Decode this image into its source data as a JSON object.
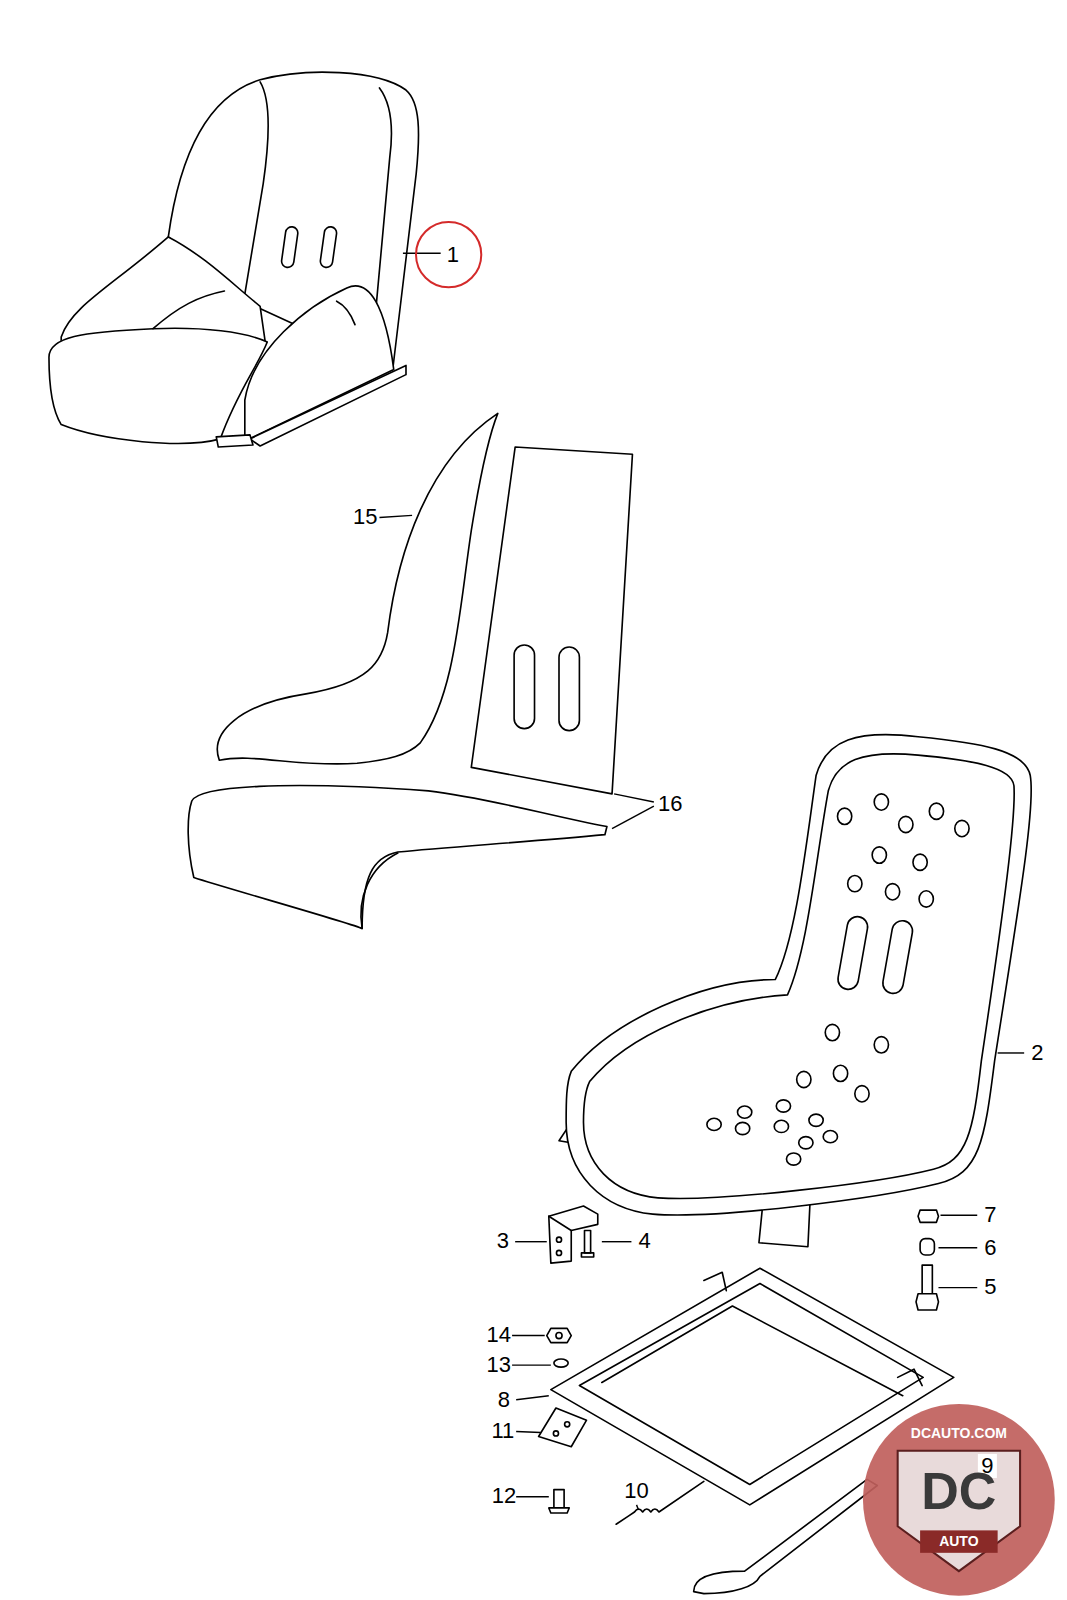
{
  "diagram": {
    "nodes": [
      {
        "text": [
          "1"
        ]
      }
    ],
    "labels": [
      "15",
      "16",
      "2",
      "3",
      "4",
      "7",
      "6",
      "5",
      "14",
      "13",
      "8",
      "11",
      "9",
      "12",
      "10",
      "DCAUTO.COM",
      "DC",
      "AUTO"
    ]
  }
}
